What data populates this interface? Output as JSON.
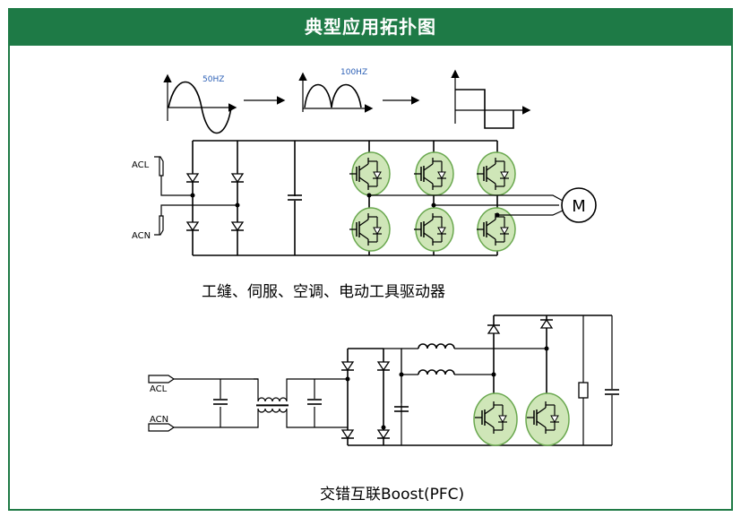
{
  "title": "典型应用拓扑图",
  "waves": {
    "freq1": "50HZ",
    "freq2": "100HZ"
  },
  "diagram1": {
    "inputs": [
      "ACL",
      "ACN"
    ],
    "motor_label": "M",
    "caption": "工缝、伺服、空调、电动工具驱动器"
  },
  "diagram2": {
    "inputs": [
      "ACL",
      "ACN"
    ],
    "caption": "交错互联Boost(PFC)"
  },
  "colors": {
    "header": "#1e7a46",
    "highlight": "#cfe6b8",
    "highlight_border": "#6aa84f",
    "accent_text": "#2b5fb5"
  },
  "icons": [
    "diode-icon",
    "capacitor-icon",
    "igbt-icon",
    "inductor-icon",
    "transformer-icon",
    "motor-icon",
    "resistor-icon",
    "arrow-icon"
  ]
}
